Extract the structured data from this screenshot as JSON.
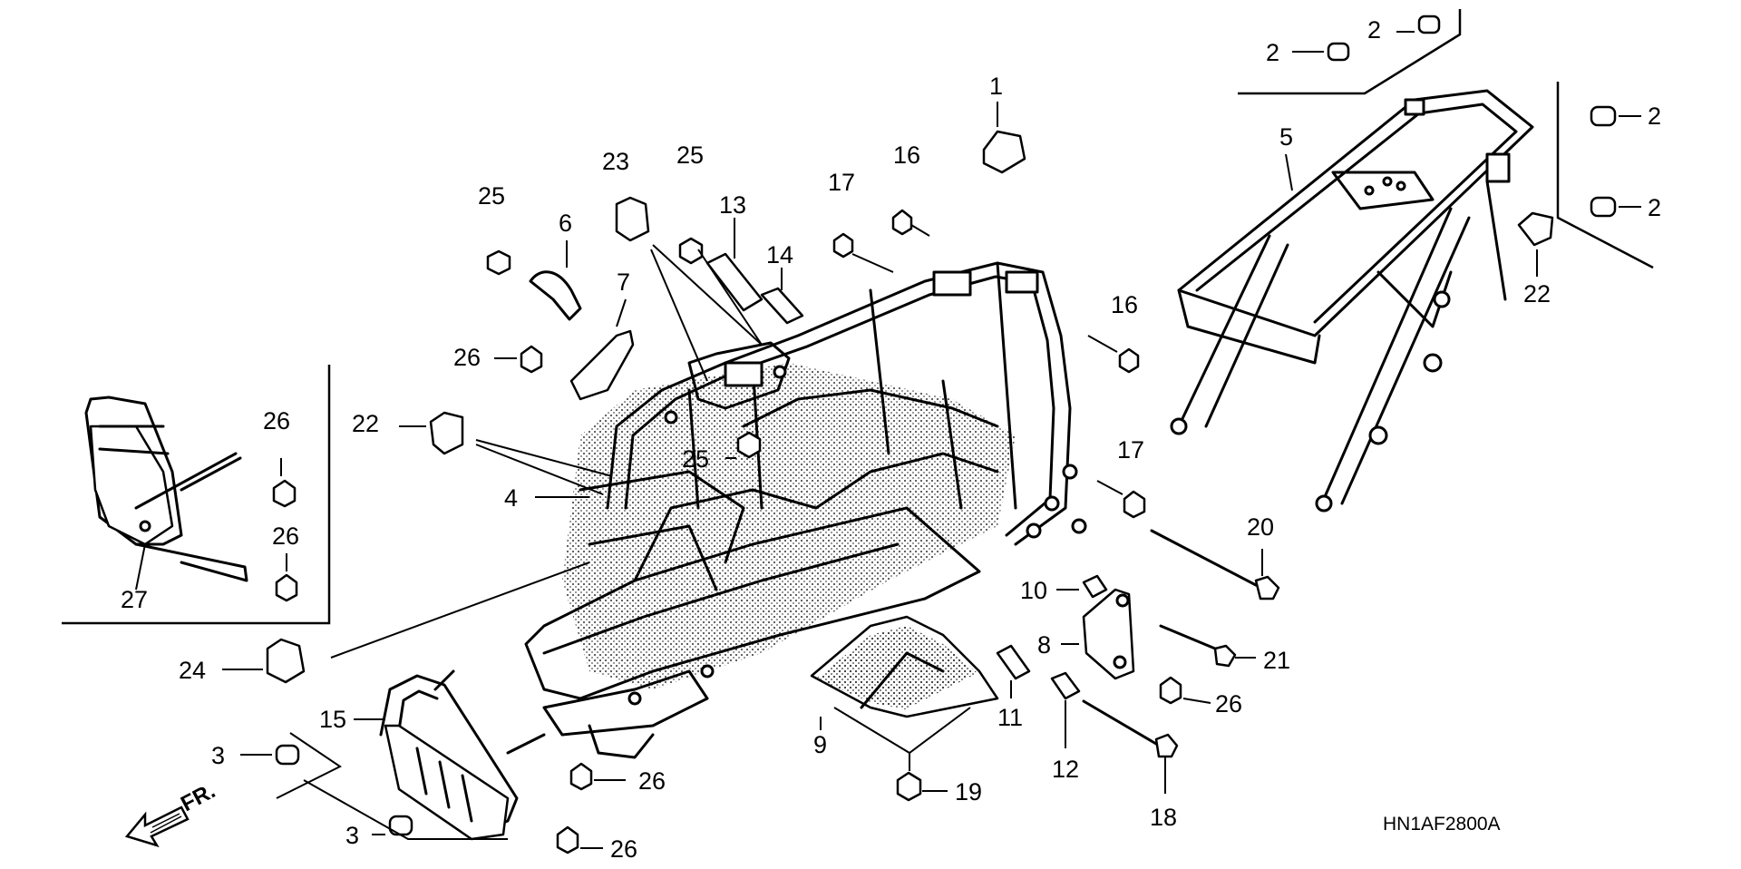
{
  "diagram": {
    "callouts": {
      "p1": "1",
      "p2a": "2",
      "p2b": "2",
      "p2c": "2",
      "p2d": "2",
      "p3a": "3",
      "p3b": "3",
      "p4": "4",
      "p5": "5",
      "p6": "6",
      "p7": "7",
      "p8": "8",
      "p9": "9",
      "p10": "10",
      "p11": "11",
      "p12": "12",
      "p13": "13",
      "p14": "14",
      "p15": "15",
      "p16a": "16",
      "p16b": "16",
      "p17a": "17",
      "p17b": "17",
      "p18": "18",
      "p19": "19",
      "p20": "20",
      "p21": "21",
      "p22a": "22",
      "p22b": "22",
      "p23": "23",
      "p24": "24",
      "p25a": "25",
      "p25b": "25",
      "p25c": "25",
      "p26a": "26",
      "p26b": "26",
      "p26c": "26",
      "p26d": "26",
      "p26e": "26",
      "p26f": "26",
      "p27": "27"
    },
    "direction_label": "FR.",
    "diagram_code": "HN1AF2800A"
  }
}
